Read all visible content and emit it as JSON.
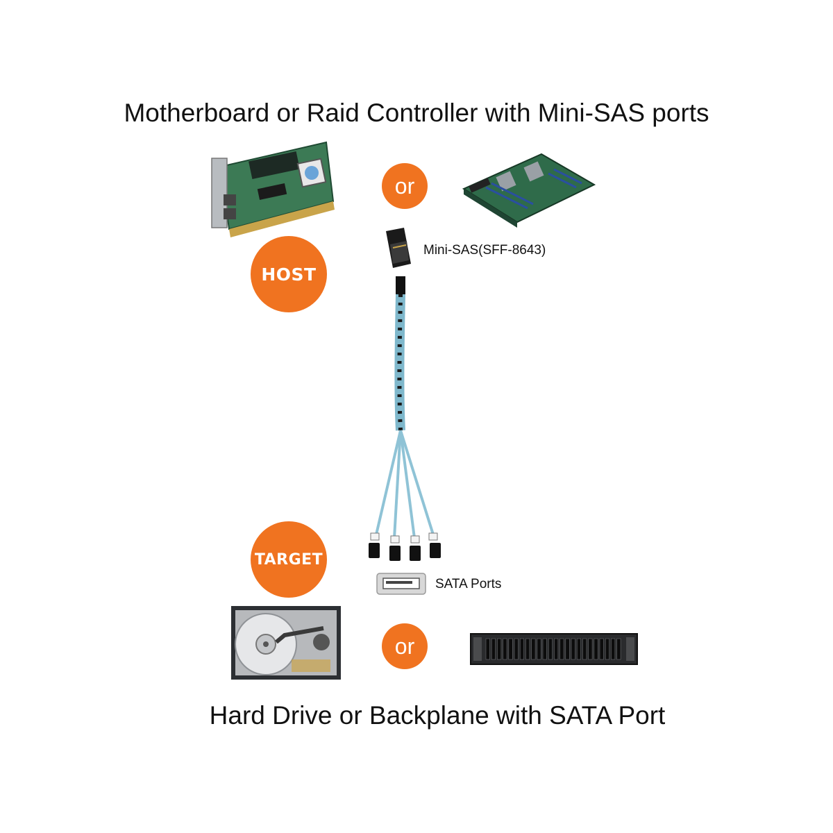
{
  "headings": {
    "top": "Motherboard or Raid Controller with Mini-SAS ports",
    "bottom": "Hard Drive or Backplane with SATA Port"
  },
  "badges": {
    "or_top": "or",
    "or_bottom": "or",
    "host": "HOST",
    "target": "TARGET"
  },
  "labels": {
    "mini_sas": "Mini-SAS(SFF-8643)",
    "sata_ports": "SATA Ports"
  },
  "colors": {
    "accent": "#f07320",
    "cable": "#8fc3d6",
    "pcb": "#2f6b4a"
  }
}
